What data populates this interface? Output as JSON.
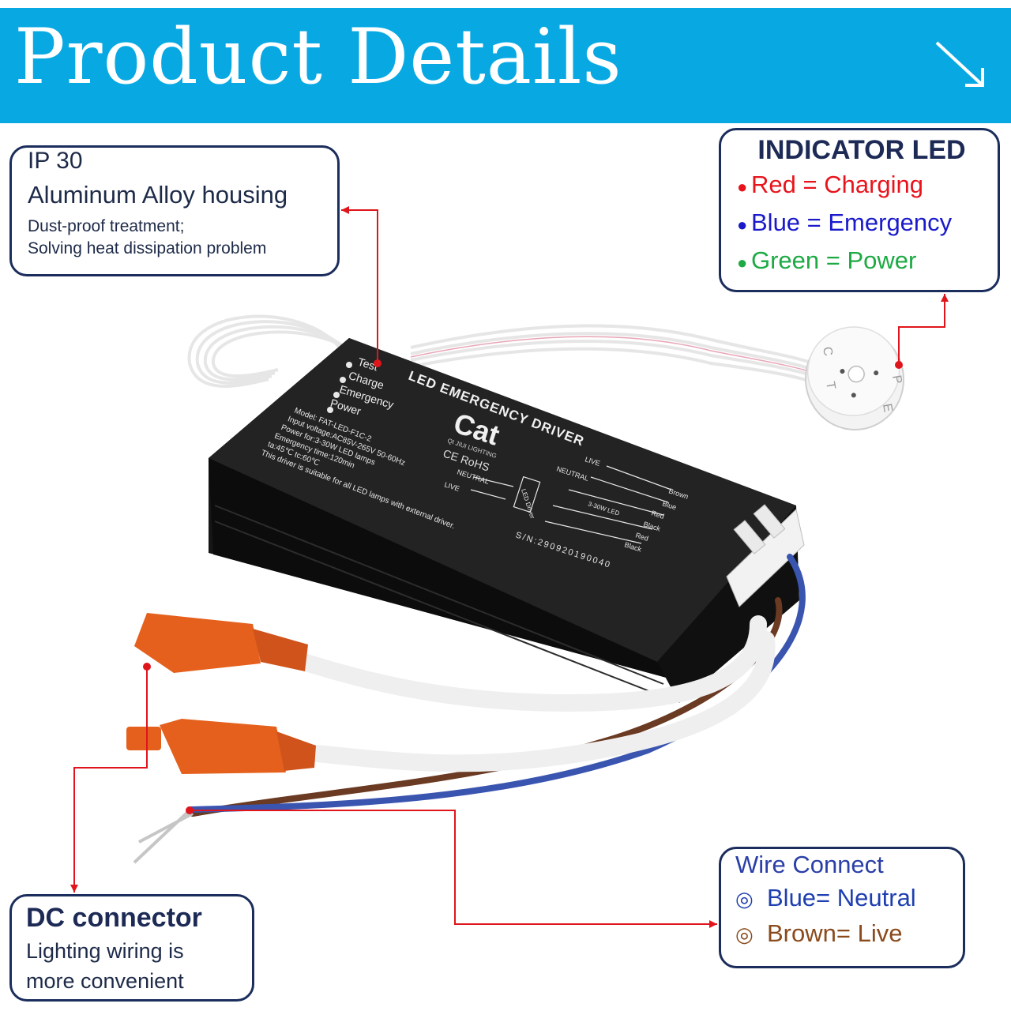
{
  "banner": {
    "title": "Product Details",
    "arrow_icon": "arrow-down-right-icon",
    "color": "#08a9e3"
  },
  "housing": {
    "line1": "IP 30",
    "line2": "Aluminum  Alloy housing",
    "line3": "Dust-proof treatment;",
    "line4": "Solving heat dissipation problem"
  },
  "indicator": {
    "title": "INDICATOR LED",
    "items": [
      {
        "label": "Red = Charging",
        "color": "#e8141c"
      },
      {
        "label": "Blue = Emergency",
        "color": "#1a1acb"
      },
      {
        "label": "Green = Power",
        "color": "#1daa44"
      }
    ]
  },
  "wire": {
    "title": "Wire Connect",
    "items": [
      {
        "symbol": "◎",
        "label": "Blue= Neutral",
        "color": "#1f3fb0"
      },
      {
        "symbol": "◎",
        "label": "Brown= Live",
        "color": "#8a4a1c"
      }
    ]
  },
  "dc": {
    "title": "DC connector",
    "line1": "Lighting wiring is",
    "line2": "more convenient"
  },
  "device": {
    "title": "LED EMERGENCY DRIVER",
    "brand": "Cat",
    "brand_sub": "QI JIUI LIGHTING",
    "status_labels": [
      "Test",
      "Charge",
      "Emergency",
      "Power"
    ],
    "spec_lines": [
      "Model: FAT-LED-F1C-2",
      "Input voltage:AC85V-265V 50-60Hz",
      "Power for:3-30W LED lamps",
      "Emergency time:120min",
      "ta:45℃   tc:60℃",
      "This driver is suitable for all LED lamps with external driver."
    ],
    "certs": "CE RoHS",
    "serial": "S/N:290920190040",
    "wiring_labels": [
      "LIVE",
      "NEUTRAL",
      "Brown",
      "Blue",
      "Red",
      "Black",
      "Red",
      "Black",
      "3-30W LED",
      "LED Driver",
      "NEUTRAL",
      "LIVE"
    ],
    "indicator_letters": [
      "C",
      "T",
      "P",
      "E"
    ]
  },
  "colors": {
    "callout_border": "#1b2d5c",
    "pointer_line": "#e0151c"
  }
}
